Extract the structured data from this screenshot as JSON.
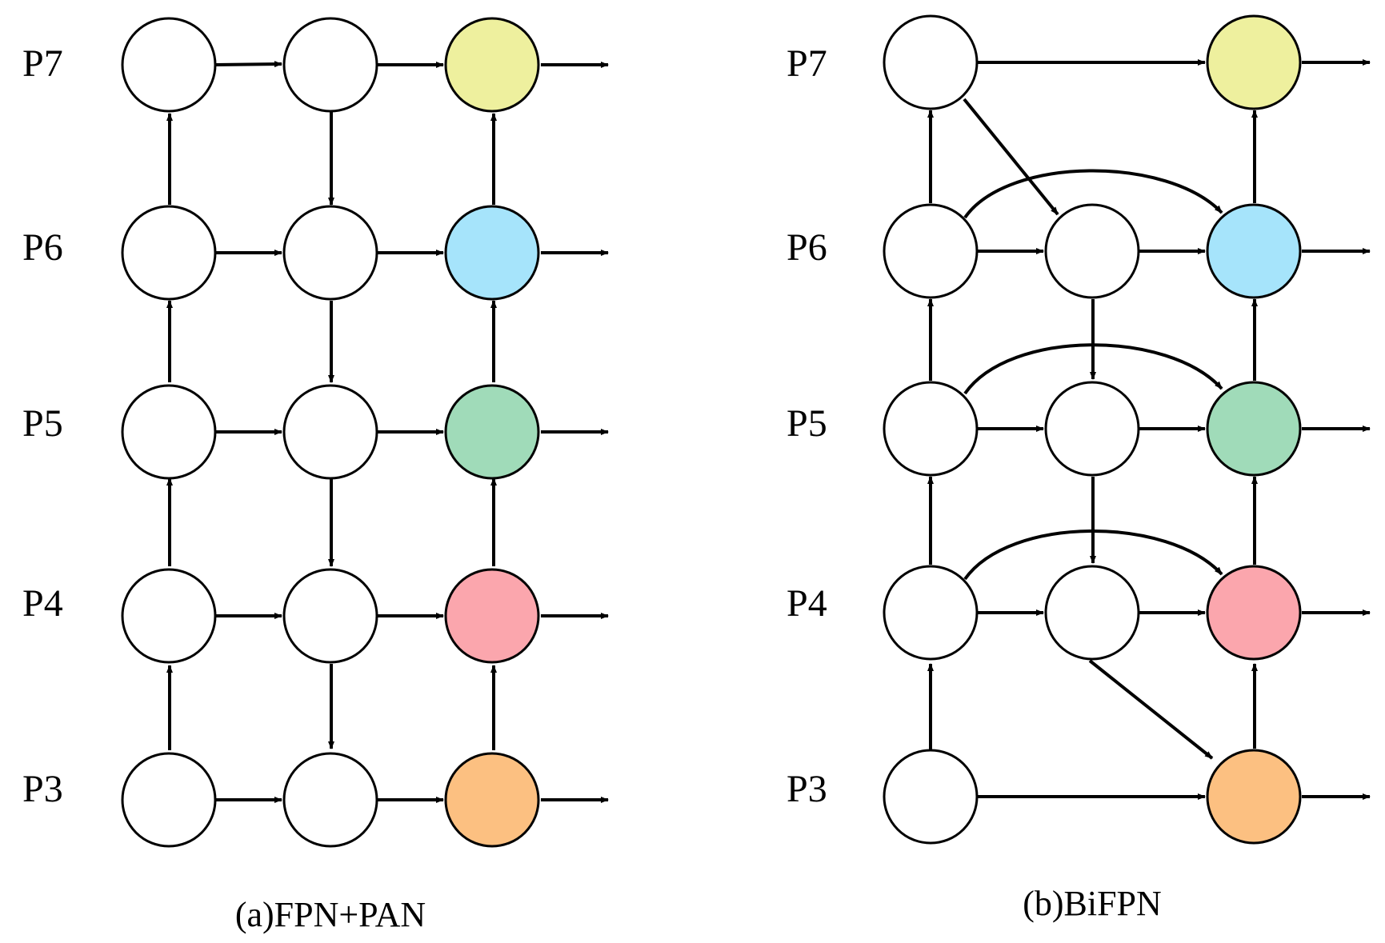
{
  "diagrams": [
    {
      "id": "fpn-pan",
      "caption": "(a)FPN+PAN",
      "levels": [
        "P7",
        "P6",
        "P5",
        "P4",
        "P3"
      ],
      "output_colors": [
        "#eef09e",
        "#a6e4fb",
        "#a0dbb9",
        "#fba6ad",
        "#fcc081"
      ],
      "edges": [
        "c0 up P3-P4",
        "c0 up P4-P5",
        "c0 up P5-P6",
        "c0 up P6-P7",
        "c0-c1 all levels",
        "c1 down P7-P6",
        "c1 down P6-P5",
        "c1 down P5-P4",
        "c1 down P4-P3",
        "c1-c2 all levels",
        "c2 up P3-P4",
        "c2 up P4-P5",
        "c2 up P5-P6",
        "c2 up P6-P7",
        "c2 outputs all levels"
      ]
    },
    {
      "id": "bifpn",
      "caption": "(b)BiFPN",
      "levels": [
        "P7",
        "P6",
        "P5",
        "P4",
        "P3"
      ],
      "output_colors": [
        "#eef09e",
        "#a6e4fb",
        "#a0dbb9",
        "#fba6ad",
        "#fcc081"
      ],
      "edges": [
        "c0 up P3-P4",
        "c0 up P4-P5",
        "c0 up P5-P6",
        "c0 up P6-P7",
        "c0 P7 -> c2 P7",
        "c0 P3 -> c2 P3",
        "c0 P7 -> c1 P6 diagonal",
        "c0 -> c1 at P6, P5, P4",
        "c1 down P6-P5",
        "c1 down P5-P4",
        "c1 -> c2 at P6, P5, P4",
        "c1 P4 -> c2 P3 diagonal",
        "c0 -> c2 curved skip at P6, P5, P4",
        "c2 up P3-P4",
        "c2 up P4-P5",
        "c2 up P5-P6",
        "c2 up P6-P7",
        "c2 outputs all levels"
      ]
    }
  ]
}
